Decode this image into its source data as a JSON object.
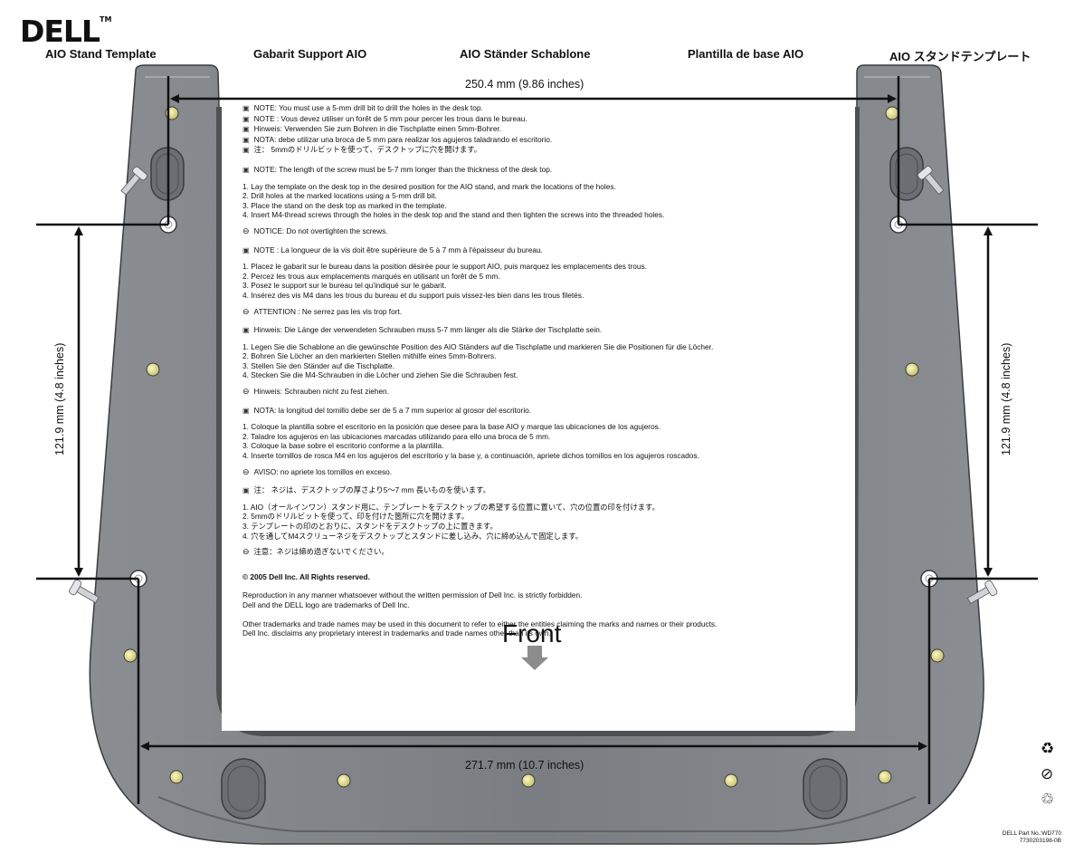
{
  "brand": {
    "logo": "DELL",
    "tm": "TM"
  },
  "headers": {
    "en": "AIO Stand Template",
    "fr": "Gabarit Support AIO",
    "de": "AIO Ständer Schablone",
    "es": "Plantilla de base AIO",
    "ja": "AIO スタンドテンプレート"
  },
  "dimensions": {
    "top": "250.4 mm (9.86 inches)",
    "bottom": "271.7 mm (10.7 inches)",
    "left": "121.9 mm (4.8 inches)",
    "right": "121.9 mm (4.8 inches)"
  },
  "notes": {
    "drill": [
      "NOTE: You must use a 5-mm drill bit to drill the holes in the desk top.",
      "NOTE : Vous devez utiliser un forêt de 5 mm pour percer les trous dans le bureau.",
      "Hinweis: Verwenden Sie zum Bohren in die Tischplatte einen 5mm-Bohrer.",
      "NOTA: debe utilizar una broca de 5 mm para realizar los agujeros taladrando el escritorio.",
      "注： 5mmのドリルビットを使って、デスクトップに穴を開けます。"
    ],
    "en": {
      "note": "NOTE: The length of the screw must be 5-7 mm longer than the thickness of the desk top.",
      "steps": [
        "1. Lay the template on the desk top in the desired position for the AIO stand, and mark the locations of the holes.",
        "2. Drill holes at the marked locations using a 5-mm drill bit.",
        "3. Place the stand on the desk top as marked in the template.",
        "4. Insert M4-thread screws through the holes in the desk top and the stand and then tighten the screws into the threaded holes."
      ],
      "notice": "NOTICE: Do not overtighten the screws."
    },
    "fr": {
      "note": "NOTE : La longueur de la vis doit être supérieure de 5 à 7 mm à l'épaisseur du bureau.",
      "steps": [
        "1. Placez le gabarit sur le bureau dans la position désirée pour le support AIO, puis marquez les emplacements des trous.",
        "2. Percez les trous aux emplacements marqués en utilisant un forêt de 5 mm.",
        "3. Posez le support sur le bureau tel qu'indiqué sur le gabarit.",
        "4. Insérez des vis M4 dans les trous du bureau et du support puis vissez-les bien dans les trous filetés."
      ],
      "notice": "ATTENTION : Ne serrez pas les vis trop fort."
    },
    "de": {
      "note": "Hinweis: Die Länge der verwendeten Schrauben muss 5-7 mm länger als die Stärke der Tischplatte sein.",
      "steps": [
        "1. Legen Sie die Schablone an die gewünschte Position des AIO Ständers auf die Tischplatte und markieren Sie die Positionen für die Löcher.",
        "2. Bohren Sie Löcher an den markierten Stellen mithilfe eines 5mm-Bohrers.",
        "3. Stellen Sie den Ständer auf die Tischplatte.",
        "4. Stecken Sie die M4-Schrauben in die Löcher und ziehen Sie die Schrauben fest."
      ],
      "notice": "Hinweis: Schrauben nicht zu fest ziehen."
    },
    "es": {
      "note": "NOTA: la longitud del tornillo debe ser de 5 a 7 mm superior al grosor del escritorio.",
      "steps": [
        "1. Coloque la plantilla sobre el escritorio en la posición que desee para la base AIO y marque las ubicaciones de los agujeros.",
        "2. Taladre los agujeros en las ubicaciones marcadas utilizando para ello una broca de 5 mm.",
        "3. Coloque la base sobre el escritorio conforme a la plantilla.",
        "4. Inserte tornillos de rosca M4 en los agujeros del escritorio y la base y, a continuación, apriete dichos tornillos en los agujeros roscados."
      ],
      "notice": "AVISO: no apriete los tornillos en exceso."
    },
    "ja": {
      "note": "注： ネジは、デスクトップの厚さより5～7 mm 長いものを使います。",
      "steps": [
        "1. AIO（オールインワン）スタンド用に、テンプレートをデスクトップの希望する位置に置いて、穴の位置の印を付けます。",
        "2. 5mmのドリルビットを使って、印を付けた箇所に穴を開けます。",
        "3. テンプレートの印のとおりに、スタンドをデスクトップの上に置きます。",
        "4. 穴を通してM4スクリューネジをデスクトップとスタンドに差し込み、穴に締め込んで固定します。"
      ],
      "notice": "注意：ネジは締め過ぎないでください。"
    }
  },
  "legal": {
    "copyright": "© 2005 Dell Inc. All Rights reserved.",
    "line1": "Reproduction in any manner whatsoever without the written permission of Dell Inc. is strictly forbidden.",
    "line2": "Dell and the DELL logo are trademarks of Dell Inc.",
    "line3": "Other trademarks and trade names may be used in this document to refer to either the entities claiming the marks and names or their products.",
    "line4": "Dell Inc. disclaims any proprietary interest in trademarks and trade names other than its own."
  },
  "front_label": "Front",
  "part_number": {
    "line1": "DELL Part No.:WD770",
    "line2": "7730203198-0B"
  },
  "icons": [
    "recycle-icon",
    "no-disposal-icon",
    "recycle-code-icon"
  ],
  "colors": {
    "stand": "#7c7f83",
    "stand_dark": "#55585c",
    "hole": "#ece9a4",
    "ink": "#111111"
  }
}
